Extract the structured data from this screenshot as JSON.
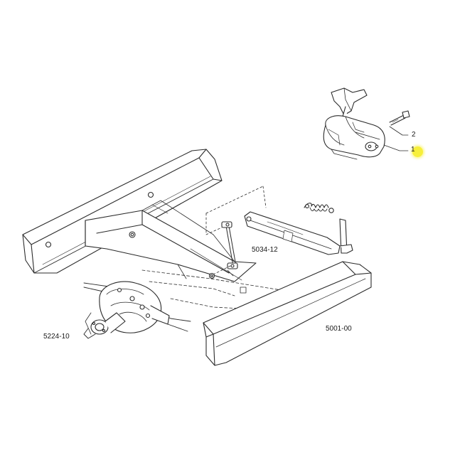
{
  "references": {
    "axle": "5224-10",
    "linkage": "5034-12",
    "frame": "5001-00"
  },
  "callouts": {
    "bolt": "2",
    "valve": "1"
  },
  "highlight": {
    "color": "#f7ef3a"
  }
}
